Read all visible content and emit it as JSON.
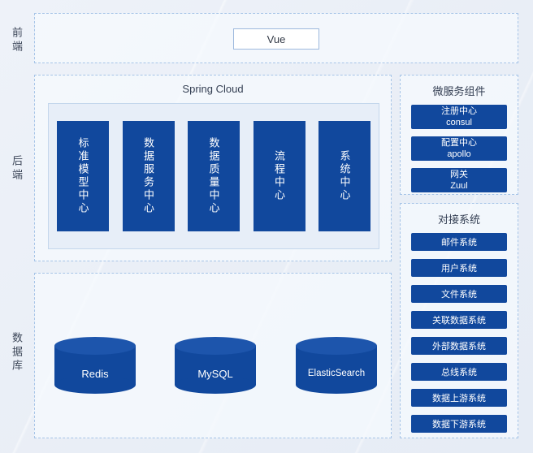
{
  "colors": {
    "accent": "#11489d",
    "accent_light": "#1d55ac",
    "dashed_border": "#a6c4e7",
    "panel_bg": "#e7eef8",
    "page_bg": "#eaeff7"
  },
  "side_labels": {
    "frontend": "前端",
    "backend": "后端",
    "database": "数据库"
  },
  "frontend": {
    "vue_label": "Vue"
  },
  "backend": {
    "title": "Spring Cloud",
    "centers": [
      "标准模型中心",
      "数据服务中心",
      "数据质量中心",
      "流程中心",
      "系统中心"
    ]
  },
  "microservices": {
    "title": "微服务组件",
    "items": [
      {
        "line1": "注册中心",
        "line2": "consul"
      },
      {
        "line1": "配置中心",
        "line2": "apollo"
      },
      {
        "line1": "网关",
        "line2": "Zuul"
      }
    ]
  },
  "integrations": {
    "title": "对接系统",
    "items": [
      "邮件系统",
      "用户系统",
      "文件系统",
      "关联数据系统",
      "外部数据系统",
      "总线系统",
      "数据上游系统",
      "数据下游系统"
    ]
  },
  "databases": {
    "items": [
      "Redis",
      "MySQL",
      "ElasticSearch"
    ]
  }
}
